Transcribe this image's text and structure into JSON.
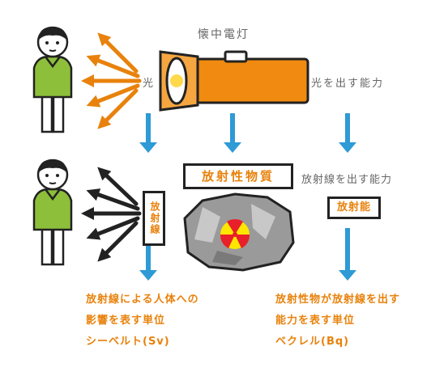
{
  "flashlight_label": "懐中電灯",
  "light_label": "光",
  "light_ability_label": "光を出す能力",
  "radioactive_material_label": "放射性物質",
  "radiation_label": "放射線",
  "radiation_ability_label": "放射線を出す能力",
  "radioactivity_label": "放射能",
  "caption_left": [
    "放射線による人体への",
    "影響を表す単位",
    "シーベルト(Sv)"
  ],
  "caption_right": [
    "放射性物が放射線を出す",
    "能力を表す単位",
    "ベクレル(Bq)"
  ],
  "colors": {
    "orange": "#e8820c",
    "blue": "#2e9ad6",
    "green": "#8dbf3a",
    "dark": "#222222"
  }
}
